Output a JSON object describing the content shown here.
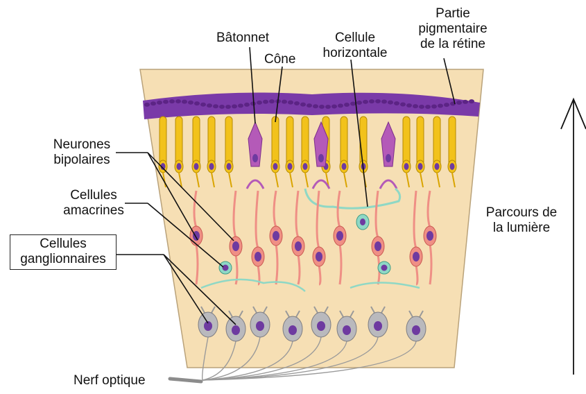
{
  "labels": {
    "batonnet": "Bâtonnet",
    "cone": "Cône",
    "cellule_horizontale": [
      "Cellule",
      "horizontale"
    ],
    "partie_pigmentaire": [
      "Partie",
      "pigmentaire",
      "de la rétine"
    ],
    "neurones_bipolaires": [
      "Neurones",
      "bipolaires"
    ],
    "cellules_amacrines": [
      "Cellules",
      "amacrines"
    ],
    "cellules_ganglionnaires": [
      "Cellules",
      "ganglionnaires"
    ],
    "parcours_lumiere": [
      "Parcours de",
      "la lumière"
    ],
    "nerf_optique": "Nerf optique"
  },
  "colors": {
    "tissue": "#f6dfb4",
    "pigment": "#7a3aa8",
    "photoreceptor": "#f2c21b",
    "rod": "#b45ab8",
    "bipolar": "#ef8f85",
    "amacrine": "#8fd8c5",
    "ganglion": "#b9b9bd",
    "nucleus": "#6e3aa0"
  },
  "icons": [
    "light-direction-arrow-icon"
  ]
}
